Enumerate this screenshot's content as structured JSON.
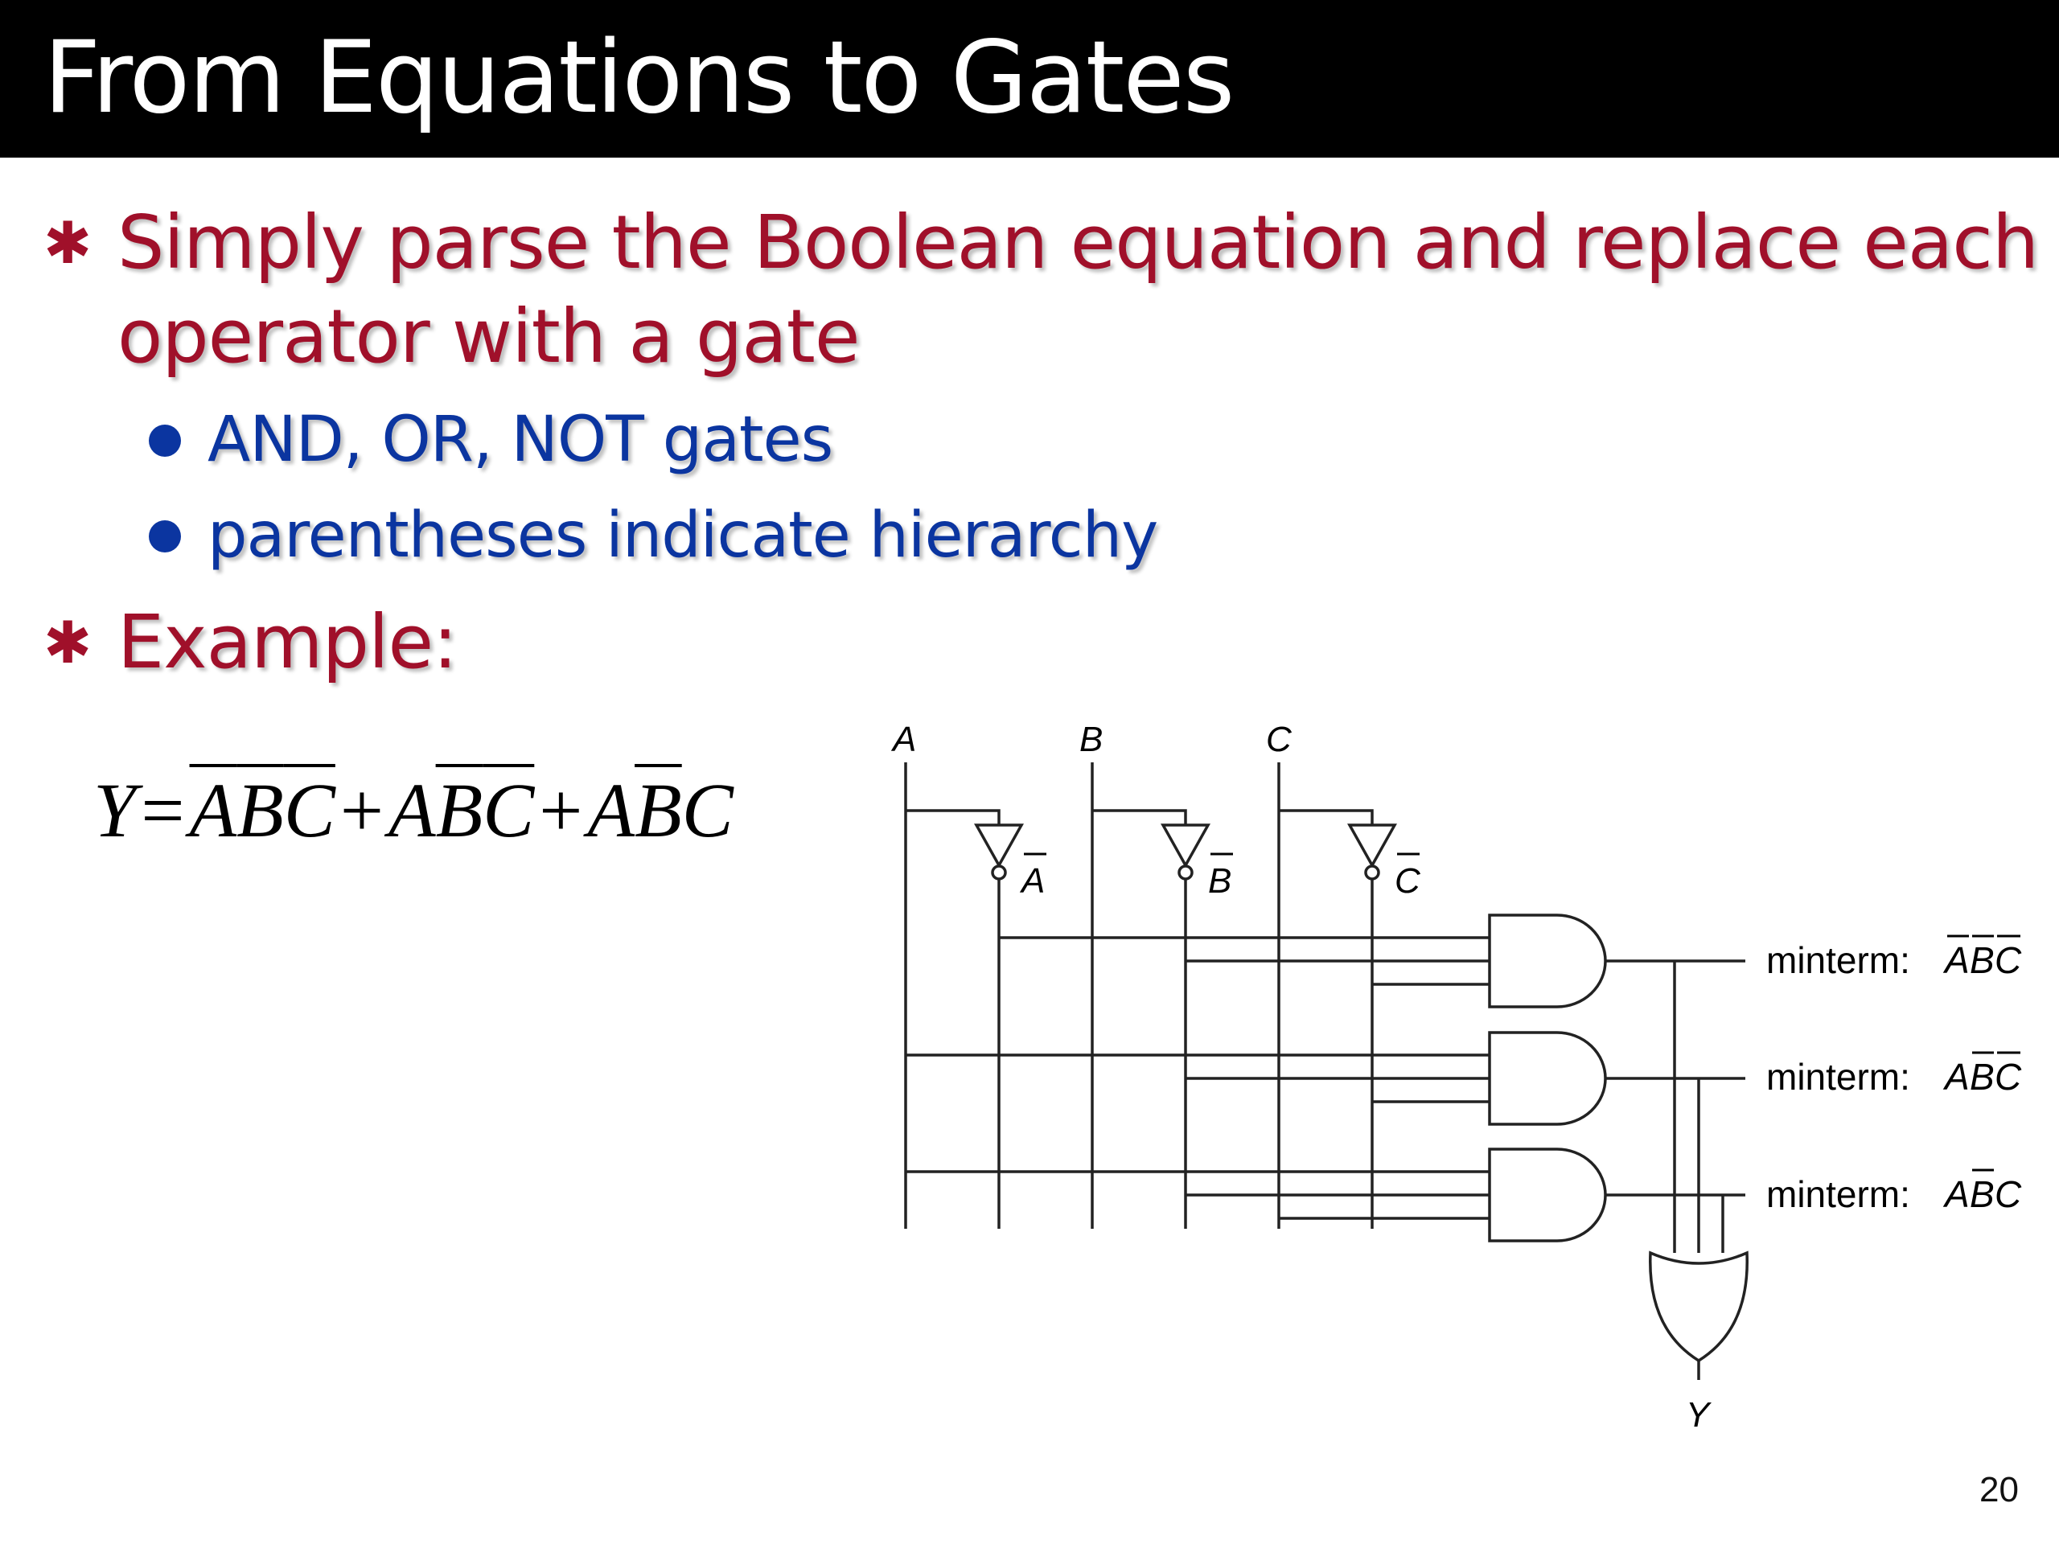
{
  "slide": {
    "title": "From Equations to Gates",
    "page_number": "20"
  },
  "bullets": {
    "main1_line1": "Simply parse the Boolean equation and replace each",
    "main1_line2": "operator with a gate",
    "sub1": "AND, OR, NOT gates",
    "sub2": "parentheses indicate hierarchy",
    "main2": "Example:"
  },
  "equation": {
    "lhs": "Y",
    "equals": "=",
    "term1": [
      "A",
      "B",
      "C"
    ],
    "term1_bars": [
      true,
      true,
      true
    ],
    "term2": [
      "A",
      "B",
      "C"
    ],
    "term2_bars": [
      false,
      true,
      true
    ],
    "term3": [
      "A",
      "B",
      "C"
    ],
    "term3_bars": [
      false,
      true,
      false
    ],
    "plus": "+"
  },
  "circuit": {
    "inputs": [
      "A",
      "B",
      "C"
    ],
    "inverter_outputs": [
      "A",
      "B",
      "C"
    ],
    "minterm_prefix": "minterm: ",
    "minterms": [
      {
        "vars": [
          "A",
          "B",
          "C"
        ],
        "bars": [
          true,
          true,
          true
        ]
      },
      {
        "vars": [
          "A",
          "B",
          "C"
        ],
        "bars": [
          false,
          true,
          true
        ]
      },
      {
        "vars": [
          "A",
          "B",
          "C"
        ],
        "bars": [
          false,
          true,
          false
        ]
      }
    ],
    "output": "Y"
  }
}
